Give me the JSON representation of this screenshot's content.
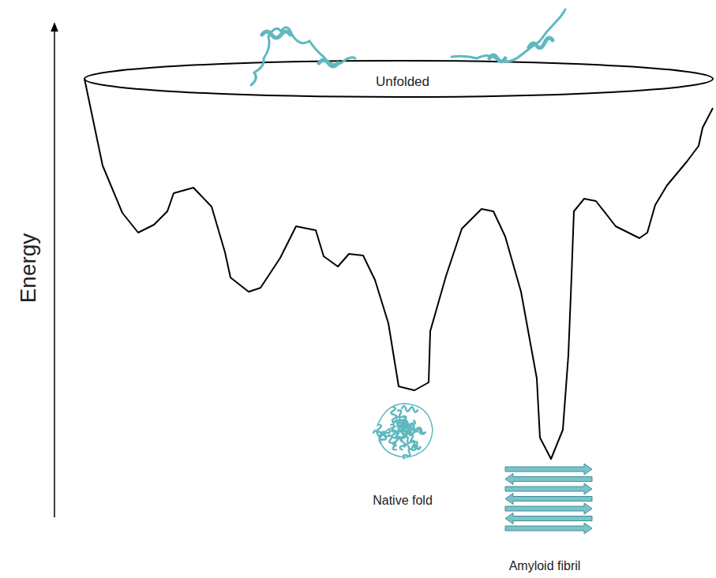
{
  "diagram": {
    "labels": [
      "Energy",
      "Unfolded",
      "Native fold",
      "Amyloid fibril"
    ]
  }
}
